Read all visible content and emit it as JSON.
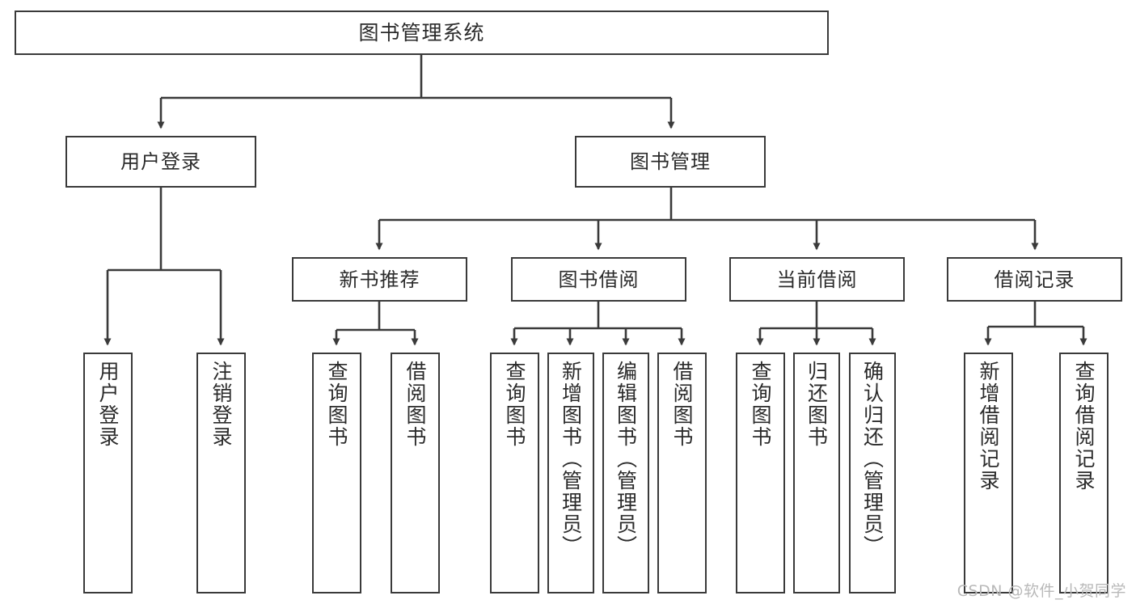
{
  "diagram": {
    "type": "tree-hierarchy",
    "title": "图书管理系统",
    "watermark": "CSDN @软件_小贺同学",
    "colors": {
      "stroke": "#3a3a3a",
      "fill": "#ffffff",
      "text": "#2b2b2b",
      "watermark": "#b9b9b9"
    },
    "nodes": {
      "root": {
        "label": "图书管理系统",
        "level": 1
      },
      "user_login": {
        "label": "用户登录",
        "level": 2
      },
      "book_manage": {
        "label": "图书管理",
        "level": 2
      },
      "new_book_rec": {
        "label": "新书推荐",
        "level": 3
      },
      "book_borrow": {
        "label": "图书借阅",
        "level": 3
      },
      "current_borrow": {
        "label": "当前借阅",
        "level": 3
      },
      "borrow_record": {
        "label": "借阅记录",
        "level": 3
      },
      "leaf_user_login": {
        "label": "用户登录",
        "level": 3
      },
      "leaf_logout": {
        "label": "注销登录",
        "level": 3
      },
      "leaf_query_book_1": {
        "label": "查询图书",
        "level": 4
      },
      "leaf_borrow_book_1": {
        "label": "借阅图书",
        "level": 4
      },
      "leaf_query_book_2": {
        "label": "查询图书",
        "level": 4
      },
      "leaf_add_book": {
        "label": "新增图书（管理员）",
        "level": 4
      },
      "leaf_edit_book": {
        "label": "编辑图书（管理员）",
        "level": 4
      },
      "leaf_borrow_book_2": {
        "label": "借阅图书",
        "level": 4
      },
      "leaf_query_book_3": {
        "label": "查询图书",
        "level": 4
      },
      "leaf_return_book": {
        "label": "归还图书",
        "level": 4
      },
      "leaf_confirm_return": {
        "label": "确认归还（管理员）",
        "level": 4
      },
      "leaf_add_record": {
        "label": "新增借阅记录",
        "level": 4
      },
      "leaf_query_record": {
        "label": "查询借阅记录",
        "level": 4
      }
    },
    "edges": [
      {
        "from": "root",
        "to": "user_login"
      },
      {
        "from": "root",
        "to": "book_manage"
      },
      {
        "from": "user_login",
        "to": "leaf_user_login"
      },
      {
        "from": "user_login",
        "to": "leaf_logout"
      },
      {
        "from": "book_manage",
        "to": "new_book_rec"
      },
      {
        "from": "book_manage",
        "to": "book_borrow"
      },
      {
        "from": "book_manage",
        "to": "current_borrow"
      },
      {
        "from": "book_manage",
        "to": "borrow_record"
      },
      {
        "from": "new_book_rec",
        "to": "leaf_query_book_1"
      },
      {
        "from": "new_book_rec",
        "to": "leaf_borrow_book_1"
      },
      {
        "from": "book_borrow",
        "to": "leaf_query_book_2"
      },
      {
        "from": "book_borrow",
        "to": "leaf_add_book"
      },
      {
        "from": "book_borrow",
        "to": "leaf_edit_book"
      },
      {
        "from": "book_borrow",
        "to": "leaf_borrow_book_2"
      },
      {
        "from": "current_borrow",
        "to": "leaf_query_book_3"
      },
      {
        "from": "current_borrow",
        "to": "leaf_return_book"
      },
      {
        "from": "current_borrow",
        "to": "leaf_confirm_return"
      },
      {
        "from": "borrow_record",
        "to": "leaf_add_record"
      },
      {
        "from": "borrow_record",
        "to": "leaf_query_record"
      }
    ]
  }
}
